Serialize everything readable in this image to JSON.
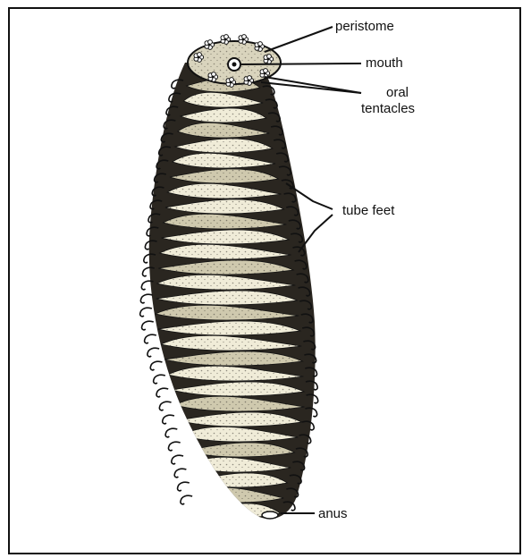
{
  "diagram": {
    "labels": {
      "peristome": "peristome",
      "mouth": "mouth",
      "oral": "oral",
      "tentacles": "tentacles",
      "tube_feet": "tube feet",
      "anus": "anus"
    }
  },
  "colors": {
    "outline": "#111111",
    "body_light": "#f0ecd8",
    "body_mid": "#cfc9ae",
    "body_dark": "#2a2620",
    "stipple": "#3a3630"
  }
}
